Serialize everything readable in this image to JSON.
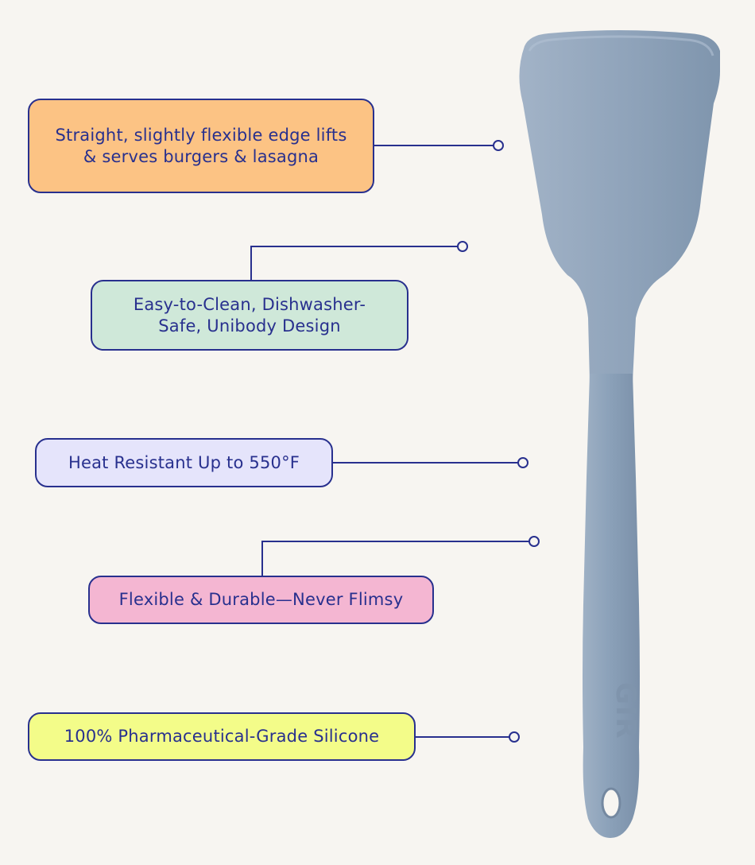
{
  "colors": {
    "background": "#f7f5f1",
    "ink": "#28308e",
    "spatula": "#8ea2b9"
  },
  "brand": {
    "handle_mark": "GIR"
  },
  "callouts": [
    {
      "id": "edge",
      "text": "Straight, slightly flexible edge lifts & serves burgers & lasagna",
      "fill": "#fcc384"
    },
    {
      "id": "clean",
      "text": "Easy-to-Clean, Dishwasher-Safe, Unibody Design",
      "fill": "#cfe8d9"
    },
    {
      "id": "heat",
      "text": "Heat Resistant Up to 550°F",
      "fill": "#e5e4fb"
    },
    {
      "id": "flex",
      "text": "Flexible & Durable—Never Flimsy",
      "fill": "#f4b6d2"
    },
    {
      "id": "silicone",
      "text": "100% Pharmaceutical-Grade Silicone",
      "fill": "#f3fc89"
    }
  ]
}
